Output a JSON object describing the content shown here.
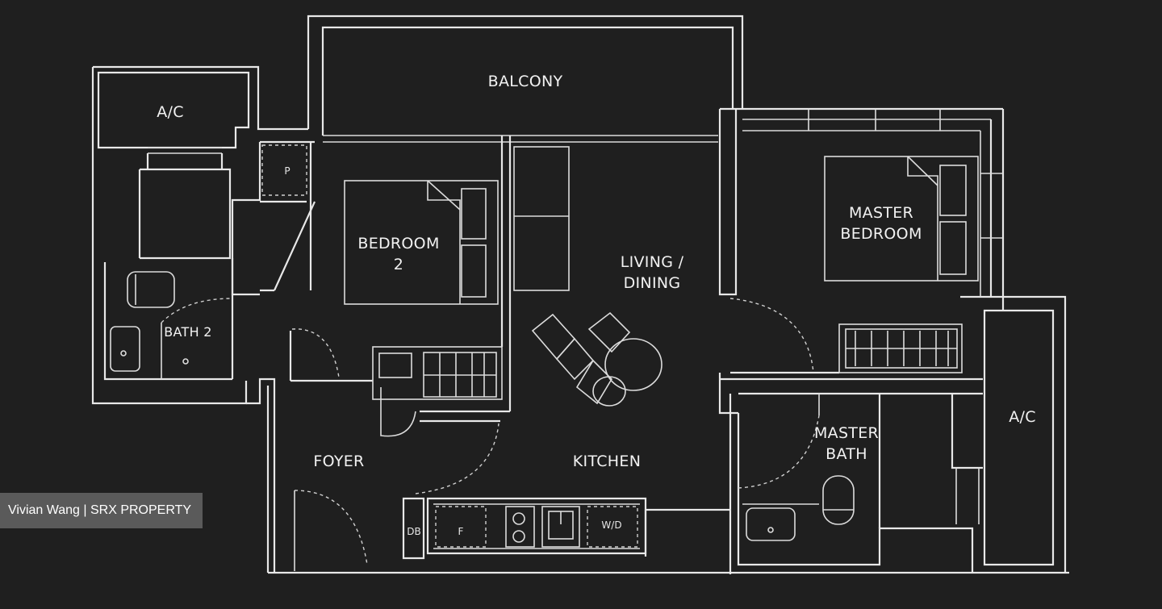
{
  "rooms": {
    "balcony": "BALCONY",
    "ac_left": "A/C",
    "ac_right": "A/C",
    "bedroom2_line1": "BEDROOM",
    "bedroom2_line2": "2",
    "master_bedroom_line1": "MASTER",
    "master_bedroom_line2": "BEDROOM",
    "living_line1": "LIVING /",
    "living_line2": "DINING",
    "bath2": "BATH 2",
    "foyer": "FOYER",
    "kitchen": "KITCHEN",
    "master_bath_line1": "MASTER",
    "master_bath_line2": "BATH"
  },
  "fixtures": {
    "p": "P",
    "db": "DB",
    "f": "F",
    "wd": "W/D"
  },
  "watermark": "Vivian Wang | SRX PROPERTY",
  "colors": {
    "background": "#1f1f1f",
    "lines": "#e8e8e8",
    "watermark_bg": "#5f5f5f"
  }
}
